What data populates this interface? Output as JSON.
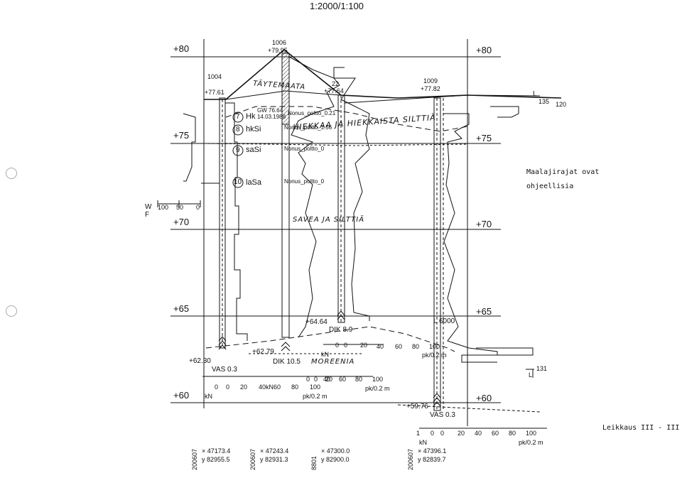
{
  "scale": "1:2000/1:100",
  "elevations": {
    "e80": "+80",
    "e75": "+75",
    "e70": "+70",
    "e65": "+65",
    "e60": "+60"
  },
  "note": [
    "Maalajirajat ovat",
    "ohjeellisia"
  ],
  "section_label": "Leikkaus III - III",
  "wf_scale": {
    "w": "W",
    "f": "F",
    "v100": "100",
    "v50": "50",
    "v0": "0"
  },
  "points": {
    "p1004": {
      "id": "1004",
      "elev": "+77.61"
    },
    "p1006": {
      "id": "1006",
      "elev": "+79.95"
    },
    "p22": {
      "id": "22",
      "elev": "+77.64"
    },
    "p1009": {
      "id": "1009",
      "elev": "+77.82"
    }
  },
  "gw": {
    "label": "GW 76.64",
    "date": "14.03.1988"
  },
  "soils": [
    {
      "num": "7",
      "label": "Hk"
    },
    {
      "num": "8",
      "label": "hkSi"
    },
    {
      "num": "9",
      "label": "saSi"
    },
    {
      "num": "10",
      "label": "laSa"
    }
  ],
  "hand_labels": {
    "fill": "TÄYTEMAATA",
    "sand": "HIEKKAA JA HIEKKAISTA SILTTIÄ",
    "clay": "SAVEA JA SILTTIÄ",
    "moraine": "MOREENIA"
  },
  "sample_notes": [
    "Nonus_poltto_0.21",
    "Nonus_poltto_1.56",
    "Nonus_poltto_0",
    "Nonus_poltto_0"
  ],
  "depth_values": {
    "d6464": "+64.64",
    "dik89": "DIK 8.9",
    "d6279": "+62.79",
    "dik105": "DIK 10.5",
    "d6230": "+62.30",
    "vas03a": "VAS 0.3",
    "d5976": "+59.76",
    "vas03b": "VAS 0.3",
    "l6000": "L 6000",
    "l135": "L",
    "v135": "135",
    "v120": "120",
    "l131": "131",
    "lb": "L"
  },
  "axis1": {
    "ticks": [
      "0",
      "0",
      "20",
      "40kN60",
      "80",
      "100",
      "pk/0.2 m"
    ],
    "kn": "kN"
  },
  "axis2": {
    "ticks": [
      "20",
      "40",
      "60",
      "80",
      "100"
    ],
    "kn": "kN",
    "unit": "pk/0.2 m",
    "o": "0",
    "o2": "0",
    "zero": "0"
  },
  "axis3": {
    "ticks": [
      "0",
      "0",
      "20",
      "40",
      "60",
      "80",
      "100",
      "pk/0.2 m"
    ],
    "kn": "kN"
  },
  "axis4": {
    "ticks": [
      "1",
      "0",
      "0",
      "20",
      "40",
      "60",
      "80",
      "100"
    ],
    "kn": "kN",
    "unit": "pk/0.2 m"
  },
  "coords": [
    {
      "date": "200607",
      "x": "× 47173.4",
      "y": "y 82955.5"
    },
    {
      "date": "200607",
      "x": "× 47243.4",
      "y": "y 82931.3"
    },
    {
      "date": "8801",
      "x": "× 47300.0",
      "y": "y 82900.0"
    },
    {
      "date": "200607",
      "x": "× 47396.1",
      "y": "y 82839.7"
    }
  ]
}
